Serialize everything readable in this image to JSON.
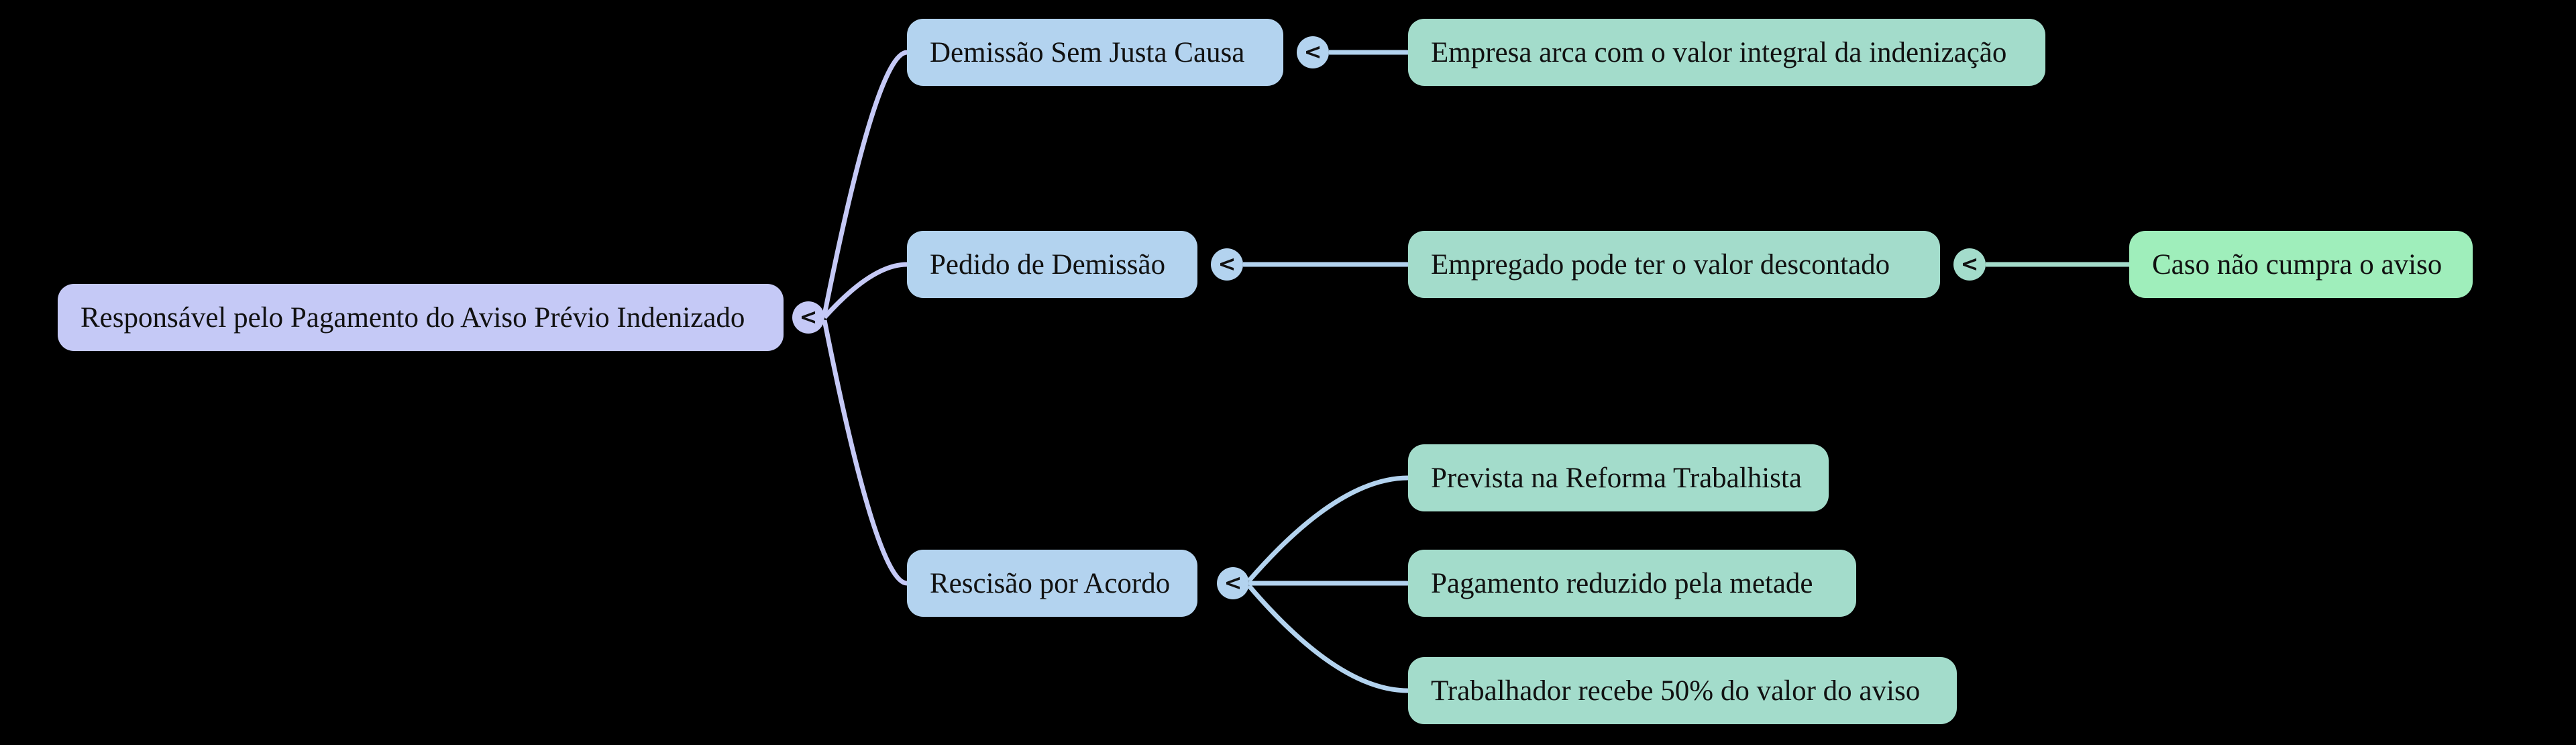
{
  "diagram": {
    "background": "#000000",
    "text_color": "#111111",
    "toggle_glyph": "<",
    "palette": {
      "level1_fill": "#c5c9f6",
      "level2_fill": "#b3d3ef",
      "level3_fill": "#a3dccb",
      "level4_fill": "#9feebb",
      "edge_from_root": "#c5c9f6",
      "edge_from_level2": "#b3d3ef",
      "edge_from_level3": "#a4dccb"
    },
    "root": {
      "label": "Responsável pelo Pagamento do Aviso Prévio Indenizado"
    },
    "branches": [
      {
        "label": "Demissão Sem Justa Causa",
        "children": [
          {
            "label": "Empresa arca com o valor integral da indenização"
          }
        ]
      },
      {
        "label": "Pedido de Demissão",
        "children": [
          {
            "label": "Empregado pode ter o valor descontado",
            "children": [
              {
                "label": "Caso não cumpra o aviso"
              }
            ]
          }
        ]
      },
      {
        "label": "Rescisão por Acordo",
        "children": [
          {
            "label": "Prevista na Reforma Trabalhista"
          },
          {
            "label": "Pagamento reduzido pela metade"
          },
          {
            "label": "Trabalhador recebe 50% do valor do aviso"
          }
        ]
      }
    ]
  }
}
